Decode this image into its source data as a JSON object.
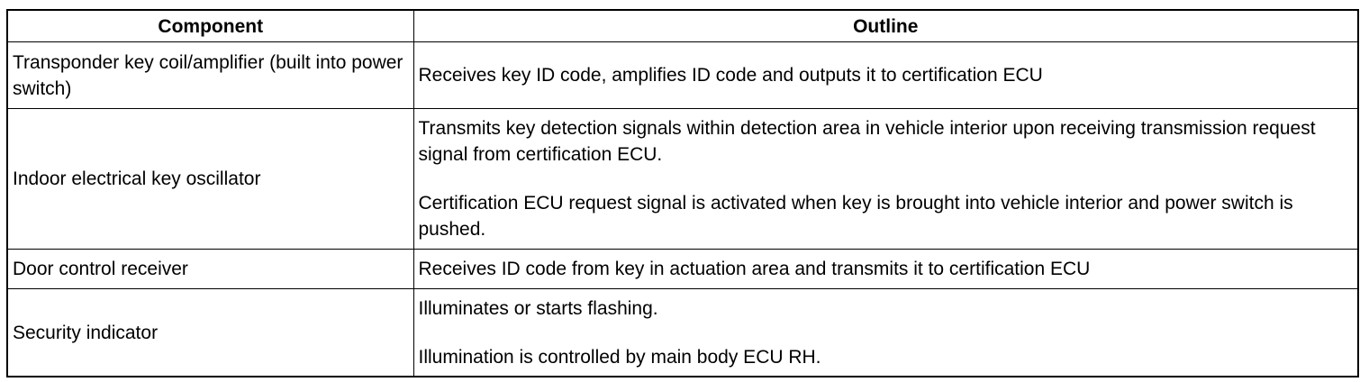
{
  "table": {
    "headers": {
      "component": "Component",
      "outline": "Outline"
    },
    "rows": [
      {
        "component": "Transponder key coil/amplifier (built into power switch)",
        "outline": [
          "Receives key ID code, amplifies ID code and outputs it to certification ECU"
        ]
      },
      {
        "component": "Indoor electrical key oscillator",
        "outline": [
          "Transmits key detection signals within detection area in vehicle interior upon receiving transmission request signal from certification ECU.",
          "Certification ECU request signal is activated when key is brought into vehicle interior and power switch is pushed."
        ]
      },
      {
        "component": "Door control receiver",
        "outline": [
          "Receives ID code from key in actuation area and transmits it to certification ECU"
        ]
      },
      {
        "component": "Security indicator",
        "outline": [
          "Illuminates or starts flashing.",
          "Illumination is controlled by main body ECU RH."
        ]
      }
    ]
  }
}
